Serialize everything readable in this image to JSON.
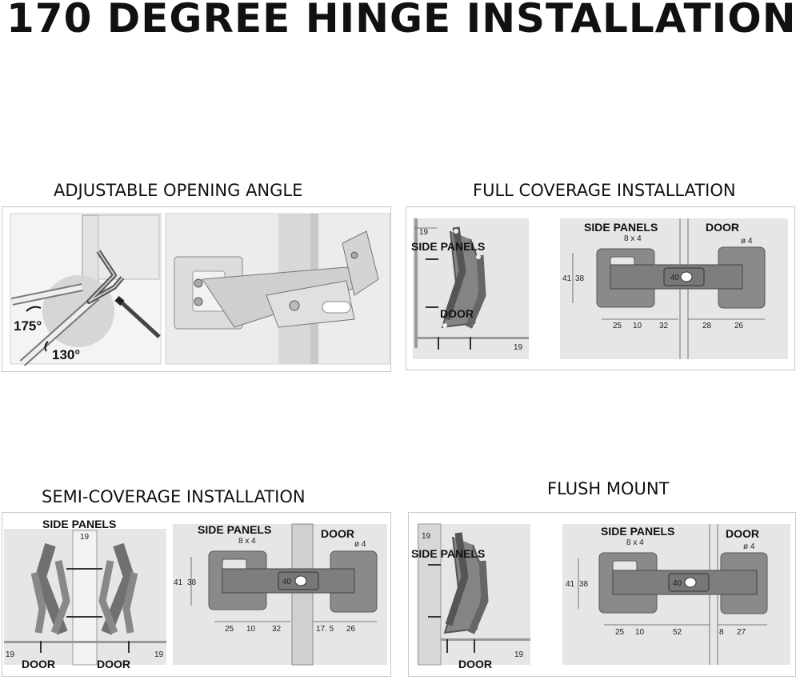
{
  "title": "170 DEGREE HINGE INSTALLATION",
  "sections": {
    "adjustable": {
      "heading": "ADJUSTABLE OPENING ANGLE",
      "angle_175": "175°",
      "angle_130": "130°"
    },
    "full": {
      "heading": "FULL COVERAGE INSTALLATION",
      "side_panels": "SIDE PANELS",
      "door": "DOOR",
      "dims": {
        "t19a": "19",
        "t19b": "19",
        "slot": "8 x 4",
        "h41": "41",
        "h38": "38",
        "hole": "40",
        "d25": "25",
        "d10": "10",
        "d32": "32",
        "d28": "28",
        "d26": "26",
        "phi": "ø 4"
      }
    },
    "semi": {
      "heading": "SEMI-COVERAGE INSTALLATION",
      "side_panels": "SIDE PANELS",
      "door": "DOOR",
      "dims": {
        "t19a": "19",
        "t19b": "19",
        "t19c": "19",
        "slot": "8 x 4",
        "h41": "41",
        "h38": "38",
        "hole": "40",
        "d25": "25",
        "d10": "10",
        "d32": "32",
        "d175": "17. 5",
        "d26": "26",
        "phi": "ø 4"
      }
    },
    "flush": {
      "heading": "FLUSH MOUNT",
      "side_panels": "SIDE PANELS",
      "door": "DOOR",
      "dims": {
        "t19a": "19",
        "t19b": "19",
        "slot": "8 x 4",
        "h41": "41",
        "h38": "38",
        "hole": "40",
        "d25": "25",
        "d10": "10",
        "d52": "52",
        "d8": "8",
        "d27": "27",
        "phi": "ø 4"
      }
    }
  }
}
